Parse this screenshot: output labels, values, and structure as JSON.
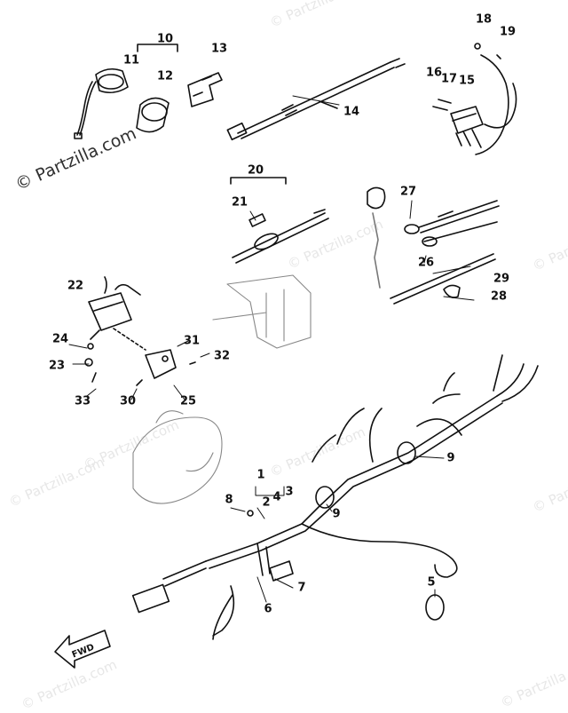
{
  "watermark": "© Partzilla.com",
  "callouts": [
    "1",
    "2",
    "3",
    "4",
    "5",
    "6",
    "7",
    "8",
    "9",
    "9",
    "10",
    "11",
    "12",
    "13",
    "14",
    "15",
    "16",
    "17",
    "18",
    "19",
    "20",
    "21",
    "22",
    "23",
    "24",
    "25",
    "26",
    "27",
    "28",
    "29",
    "30",
    "31",
    "32",
    "33"
  ],
  "direction_tag": "FWD",
  "colors": {
    "ink": "#111111",
    "watermark": "#e4e4e4",
    "background": "#ffffff"
  }
}
